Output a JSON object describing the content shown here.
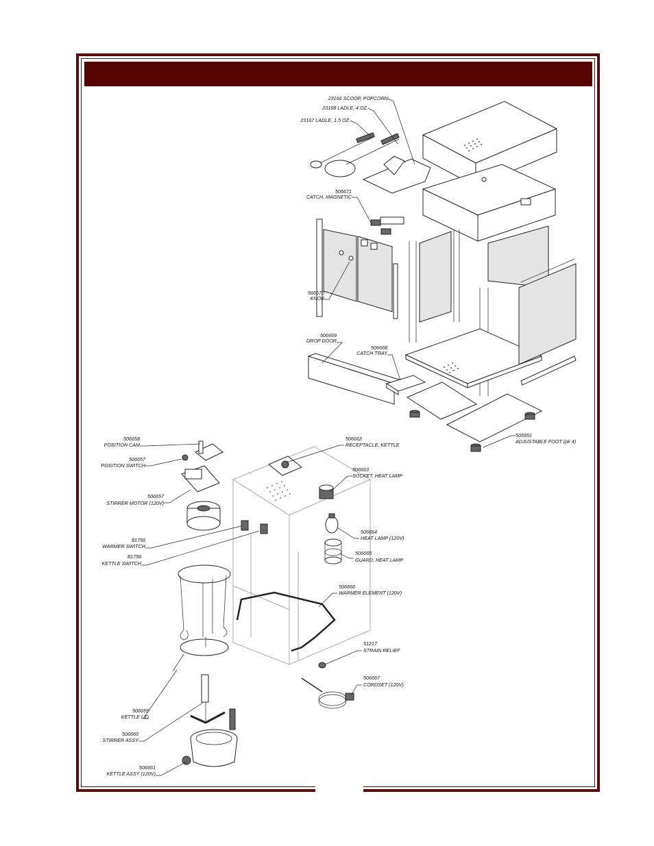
{
  "header": {
    "title": ""
  },
  "callouts": [
    {
      "id": "23166",
      "text": "23166  SCOOP, POPCORN"
    },
    {
      "id": "23168",
      "text": "23168 LADLE, 4 OZ."
    },
    {
      "id": "23167",
      "text": "23167  LADLE, 1.5 OZ."
    },
    {
      "id": "506671",
      "line1": "506671",
      "line2": "CATCH, MAGNETIC"
    },
    {
      "id": "506670",
      "line1": "506670",
      "line2": "KNOB"
    },
    {
      "id": "506669",
      "line1": "506669",
      "line2": "DROP DOOR"
    },
    {
      "id": "506668",
      "line1": "506668",
      "line2": "CATCH TRAY"
    },
    {
      "id": "505951",
      "line1": "505951",
      "line2": "ADJUSTABLE FOOT (pk 4)"
    },
    {
      "id": "506658",
      "line1": "506658",
      "line2": "POSITION CAM"
    },
    {
      "id": "506657a",
      "line1": "506657",
      "line2": "POSITION SWITCH"
    },
    {
      "id": "506657b",
      "line1": "506657",
      "line2": "STIRRER MOTOR (120V)"
    },
    {
      "id": "81756a",
      "line1": "81756",
      "line2": "WARMER SWITCH"
    },
    {
      "id": "81756b",
      "line1": "81756",
      "line2": "KETTLE SWITCH"
    },
    {
      "id": "506659",
      "line1": "506659",
      "line2": "KETTLE  LID"
    },
    {
      "id": "506660",
      "line1": "506660",
      "line2": "STIRRER ASSY"
    },
    {
      "id": "506661",
      "line1": "506661",
      "line2": "KETTLE ASSY (120V)"
    },
    {
      "id": "506662",
      "line1": "506662",
      "line2": "RECEPTACLE, KETTLE"
    },
    {
      "id": "506663",
      "line1": "506663",
      "line2": "SOCKET, HEAT LAMP"
    },
    {
      "id": "506664",
      "line1": "506664",
      "line2": "HEAT LAMP (120V)"
    },
    {
      "id": "506665",
      "line1": "506665",
      "line2": "GUARD, HEAT LAMP"
    },
    {
      "id": "506666",
      "line1": "506666",
      "line2": "WARMER ELEMENT (120V)"
    },
    {
      "id": "51217",
      "line1": "51217",
      "line2": "STRAIN RELIEF"
    },
    {
      "id": "506667",
      "line1": "506667",
      "line2": "CORDSET (120V)"
    }
  ],
  "colors": {
    "frame": "#5a0a0a",
    "header": "#560404"
  }
}
